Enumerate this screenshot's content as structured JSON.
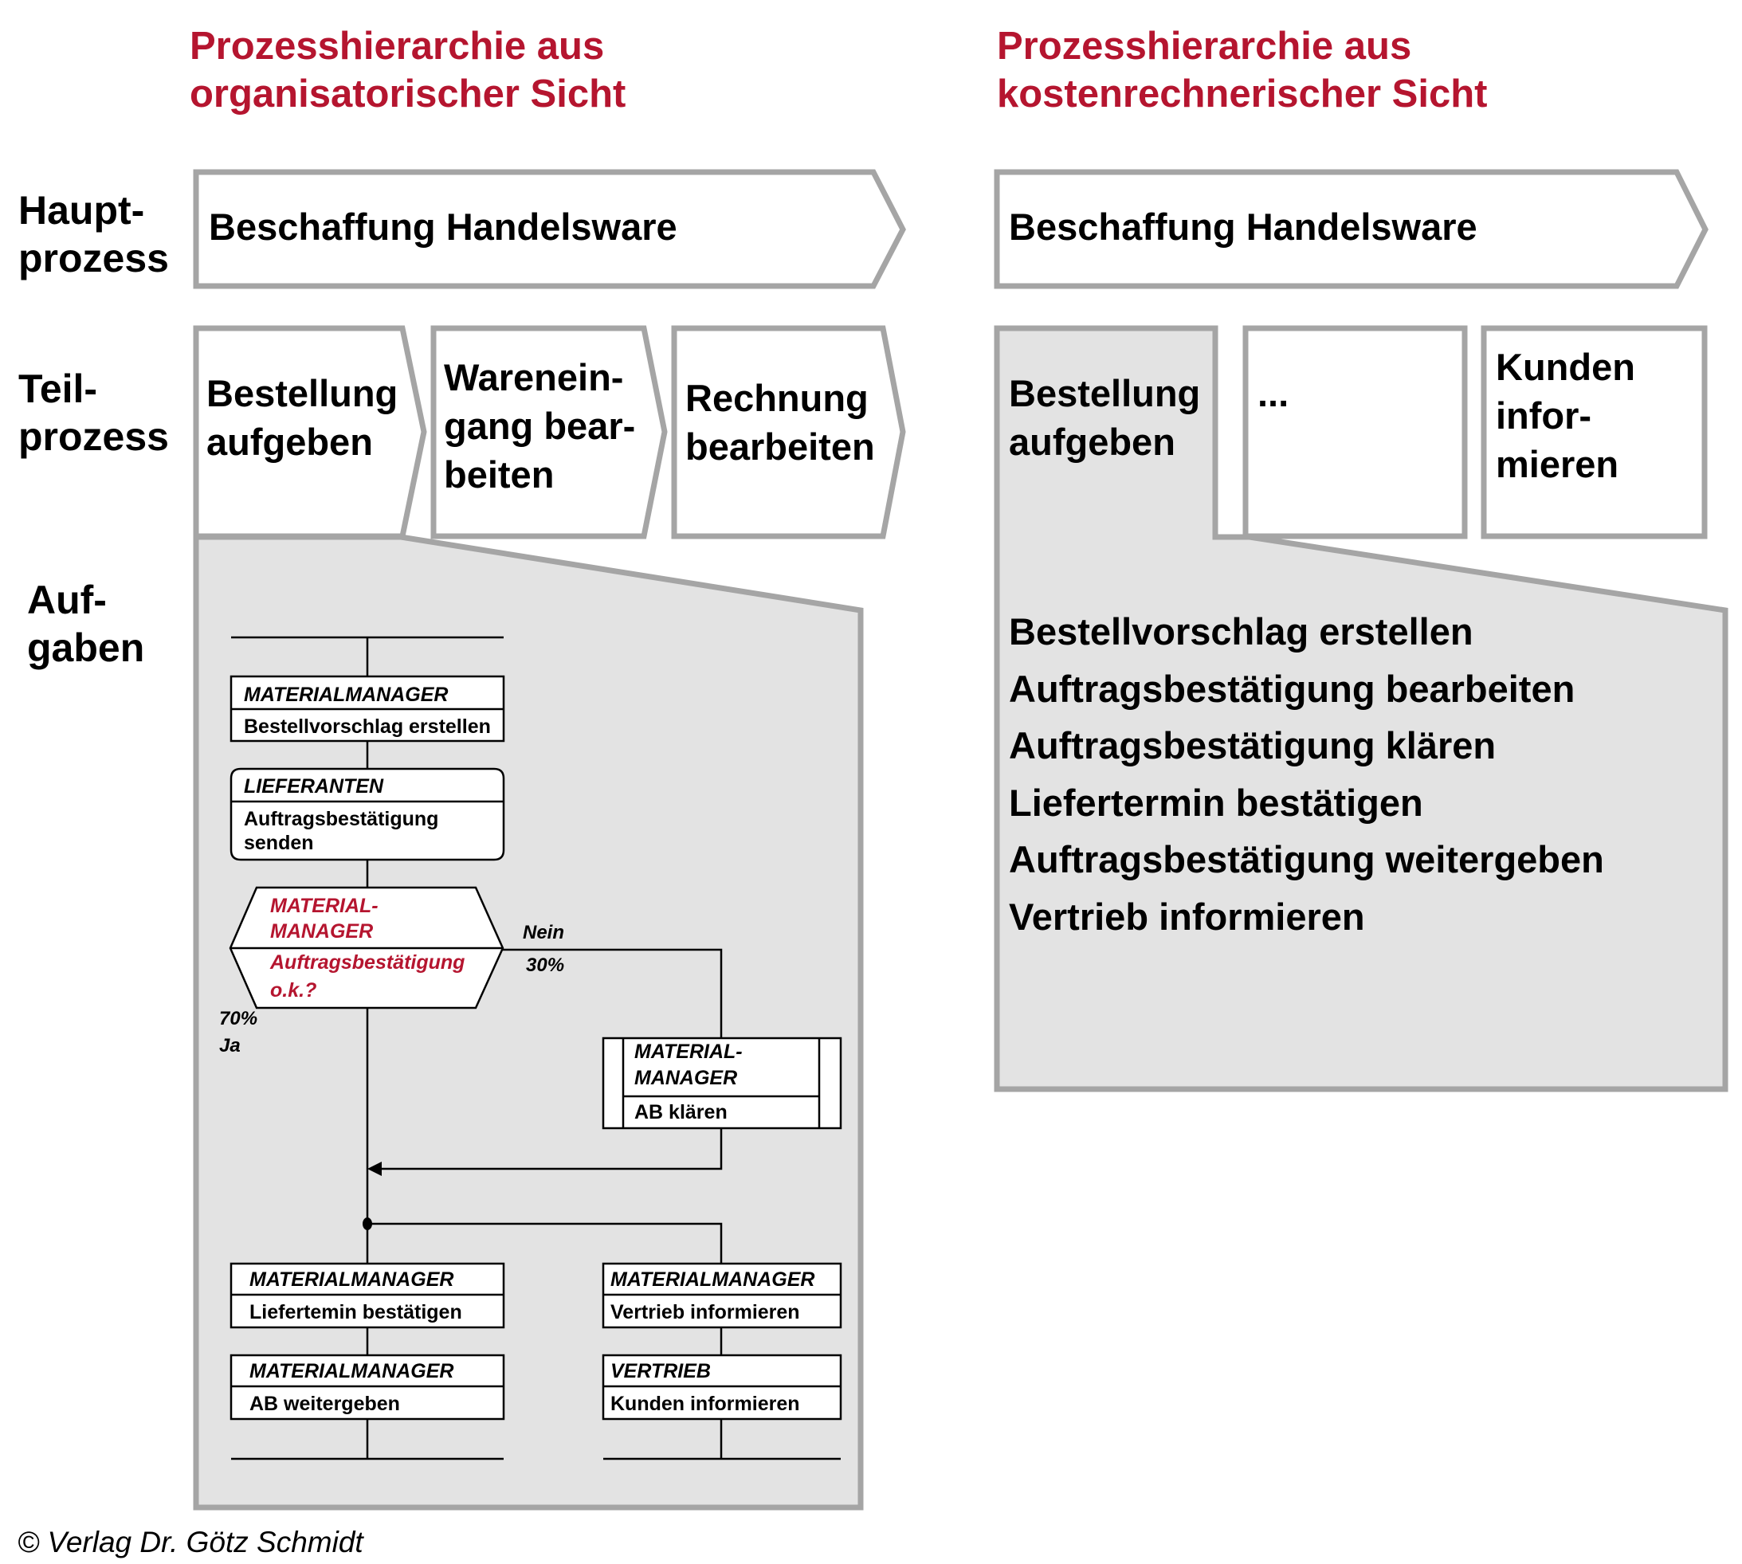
{
  "colors": {
    "accent_red": "#b5152f",
    "panel_grey": "#e3e3e3",
    "border_grey": "#a5a5a5"
  },
  "row_labels": {
    "hauptprozess": [
      "Haupt-",
      "prozess"
    ],
    "teilprozess": [
      "Teil-",
      "prozess"
    ],
    "aufgaben": [
      "Auf-",
      "gaben"
    ]
  },
  "left": {
    "title": [
      "Prozesshierarchie aus",
      "organisatorischer Sicht"
    ],
    "hauptprozess": "Beschaffung Handelsware",
    "teilprozesse": [
      {
        "lines": [
          "Bestellung",
          "aufgeben"
        ]
      },
      {
        "lines": [
          "Warenein-",
          "gang bear-",
          "beiten"
        ]
      },
      {
        "lines": [
          "Rechnung",
          "bearbeiten"
        ]
      }
    ],
    "flowchart": {
      "tasks": [
        {
          "role": "MATERIALMANAGER",
          "task": "Bestellvorschlag erstellen"
        },
        {
          "role": "LIEFERANTEN",
          "task": [
            "Auftragsbestätigung",
            "senden"
          ]
        },
        {
          "role": "MATERIALMANAGER",
          "task": "Liefertemin bestätigen"
        },
        {
          "role": "MATERIALMANAGER",
          "task": "AB weitergeben"
        },
        {
          "role": "MATERIALMANAGER",
          "task": "Vertrieb informieren"
        },
        {
          "role": "VERTRIEB",
          "task": "Kunden informieren"
        }
      ],
      "decision": {
        "role": [
          "MATERIAL-",
          "MANAGER"
        ],
        "question": [
          "Auftragsbestätigung",
          "o.k.?"
        ],
        "no_label": "Nein",
        "no_pct": "30%",
        "yes_pct": "70%",
        "yes_label": "Ja"
      },
      "subprocess": {
        "role": [
          "MATERIAL-",
          "MANAGER"
        ],
        "task": "AB klären"
      }
    }
  },
  "right": {
    "title": [
      "Prozesshierarchie aus",
      "kostenrechnerischer Sicht"
    ],
    "hauptprozess": "Beschaffung Handelsware",
    "teilprozesse": [
      {
        "lines": [
          "Bestellung",
          "aufgeben"
        ]
      },
      {
        "lines": [
          "..."
        ]
      },
      {
        "lines": [
          "Kunden",
          "infor-",
          "mieren"
        ]
      }
    ],
    "aufgaben": [
      "Bestellvorschlag erstellen",
      "Auftragsbestätigung bearbeiten",
      "Auftragsbestätigung klären",
      "Liefertermin bestätigen",
      "Auftragsbestätigung weitergeben",
      "Vertrieb informieren"
    ]
  },
  "footer": {
    "copyright": "© Verlag Dr. Götz Schmidt"
  }
}
